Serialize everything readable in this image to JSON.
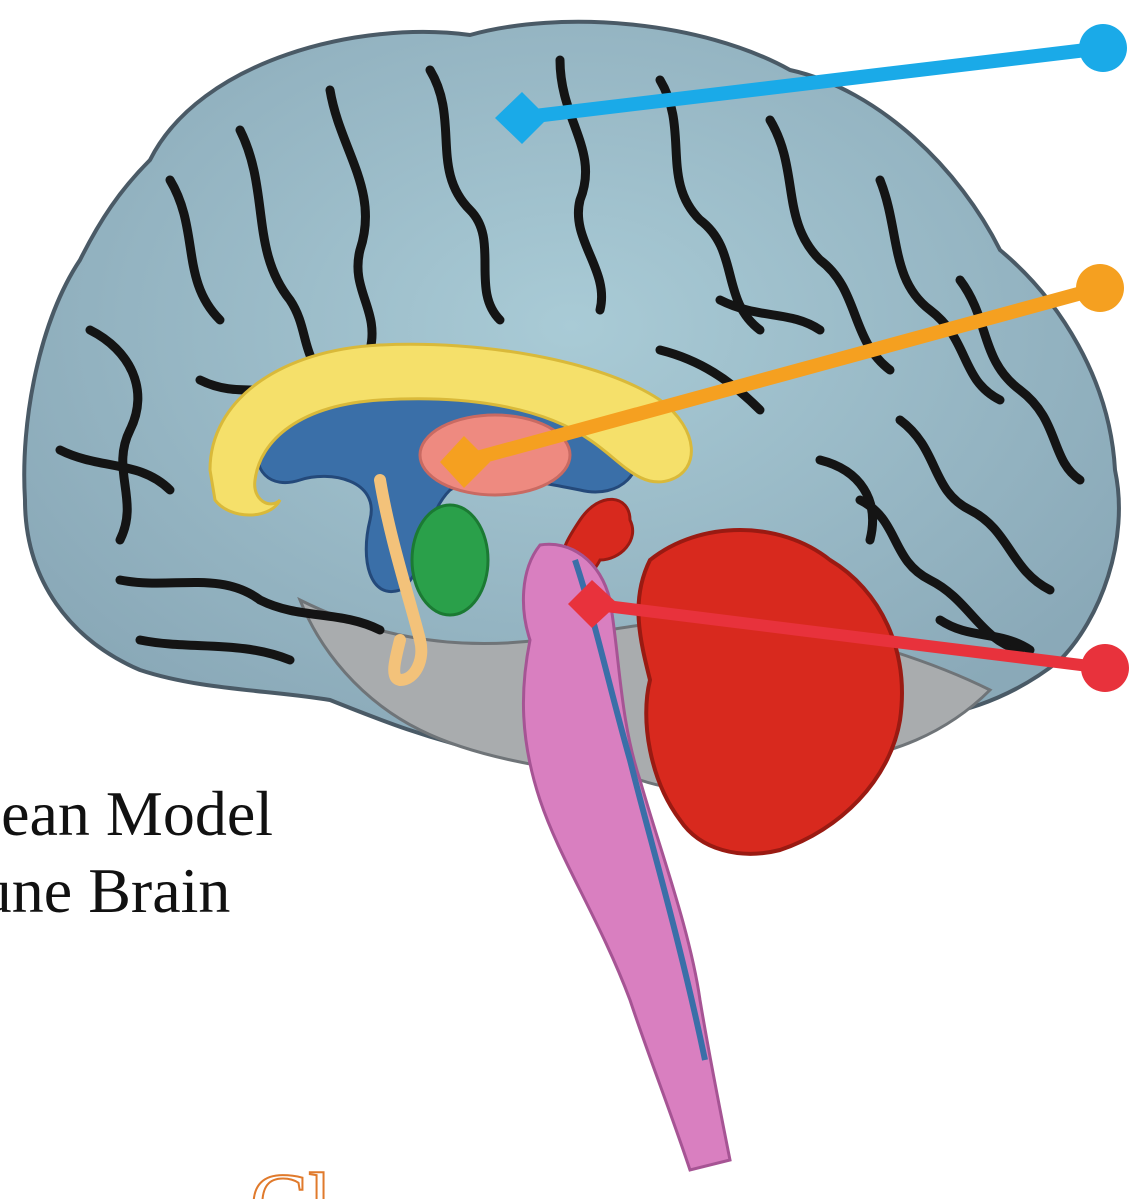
{
  "caption": {
    "line1": "Lean Model",
    "line2": "iune Brain"
  },
  "logo": {
    "text": "Gl"
  },
  "colors": {
    "cortex": "#9fbfcb",
    "cortex_shadow": "#7d98a8",
    "sulci": "#141414",
    "corpus_callosum": "#f5e06a",
    "ventricle": "#3a6fa8",
    "thalamus": "#ee8a80",
    "amygdala": "#2aa04a",
    "brainstem": "#d97fc0",
    "cerebellum": "#d8291e",
    "temporal": "#a9acae",
    "pointer_blue": "#1aaae8",
    "pointer_orange": "#f5a020",
    "pointer_red": "#e8323c",
    "logo_orange": "#e07a2c"
  },
  "icons": [
    "brain-illustration",
    "pointer-blue-icon",
    "pointer-orange-icon",
    "pointer-red-icon"
  ]
}
